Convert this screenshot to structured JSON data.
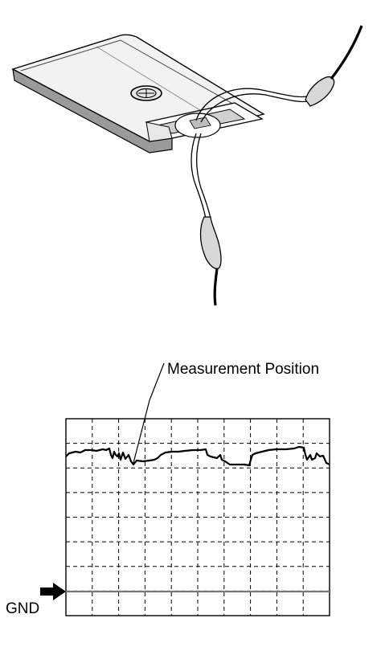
{
  "labels": {
    "measurement_position": "Measurement Position",
    "gnd": "GND"
  },
  "colors": {
    "line": "#000000",
    "probe_fill": "#d8d8d8",
    "card_fill": "#f2f2f2",
    "card_edge": "#6e6e6e",
    "gnd_line": "#7a7a7a",
    "grid": "#000000"
  },
  "oscilloscope": {
    "grid_divisions": {
      "columns": 10,
      "rows": 8
    },
    "dashed_grid": true,
    "signal_description": "Waveform"
  }
}
